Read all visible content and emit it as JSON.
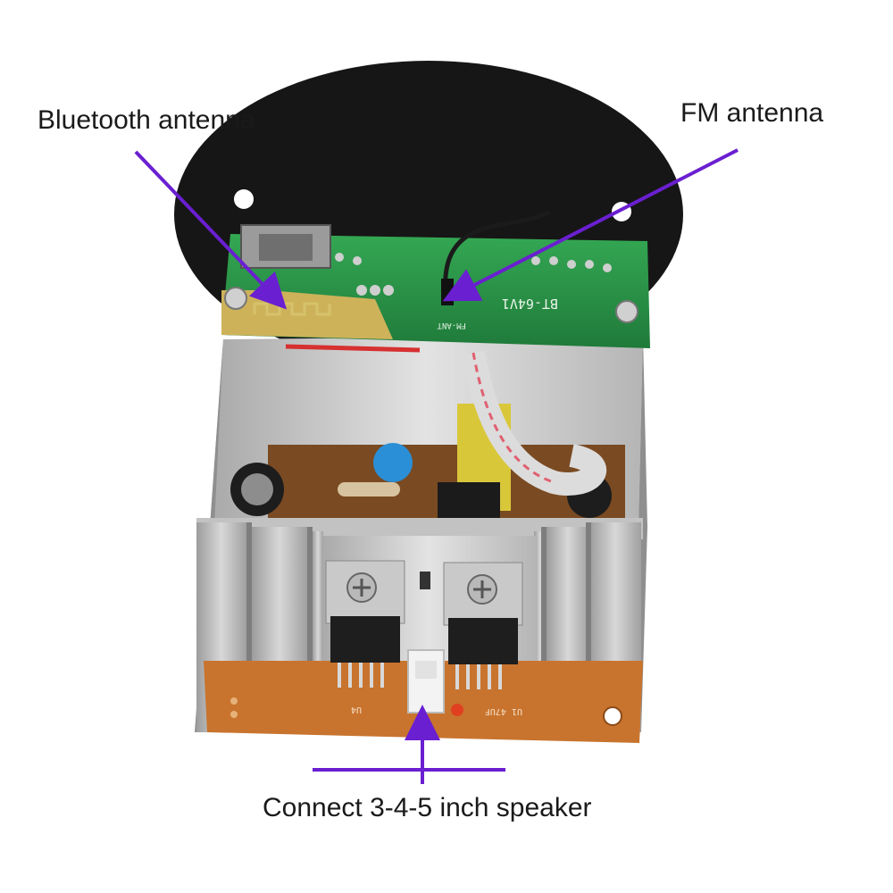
{
  "labels": {
    "bluetooth_antenna": "Bluetooth antenna",
    "fm_antenna": "FM antenna",
    "speaker": "Connect 3-4-5 inch speaker"
  },
  "board_text": {
    "module_id": "BT-64V1",
    "fm_ant": "FM-ANT",
    "u1": "U1 47UF",
    "u4": "U4"
  },
  "colors": {
    "arrow": "#6a1fd1",
    "green_pcb": "#2f9a4a",
    "brown_pcb": "#c8742e",
    "heatsink": "#c9c9c9",
    "plate": "#161616"
  }
}
